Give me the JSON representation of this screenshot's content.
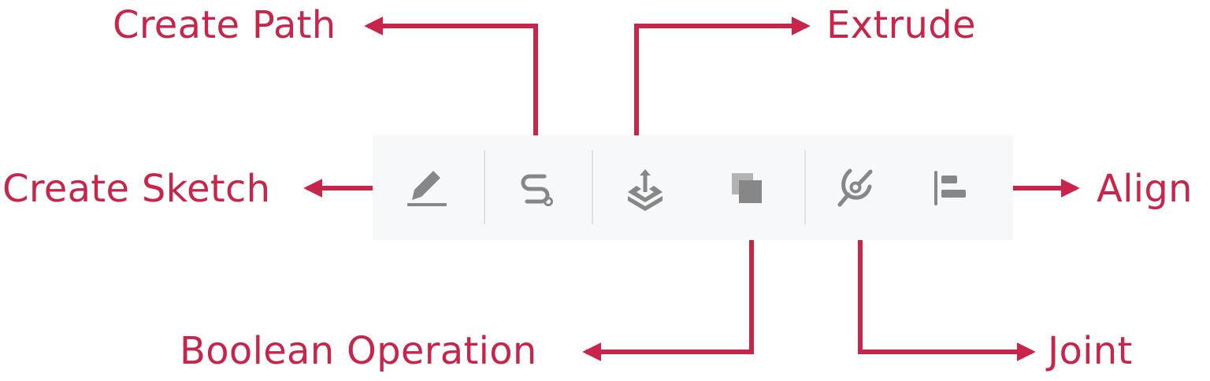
{
  "labels": {
    "create_path": "Create Path",
    "extrude": "Extrude",
    "create_sketch": "Create Sketch",
    "align": "Align",
    "boolean_operation": "Boolean Operation",
    "joint": "Joint"
  },
  "toolbar": {
    "tools": [
      {
        "name": "create-sketch",
        "icon": "pencil-icon"
      },
      {
        "name": "create-path",
        "icon": "path-icon"
      },
      {
        "name": "extrude",
        "icon": "extrude-icon"
      },
      {
        "name": "boolean-operation",
        "icon": "boolean-icon"
      },
      {
        "name": "joint",
        "icon": "joint-icon"
      },
      {
        "name": "align",
        "icon": "align-left-icon"
      }
    ]
  },
  "colors": {
    "callout": "#c8254a",
    "icon": "#878787",
    "toolbar_background": "#f7f8f9",
    "separator": "#dfe1e4"
  }
}
